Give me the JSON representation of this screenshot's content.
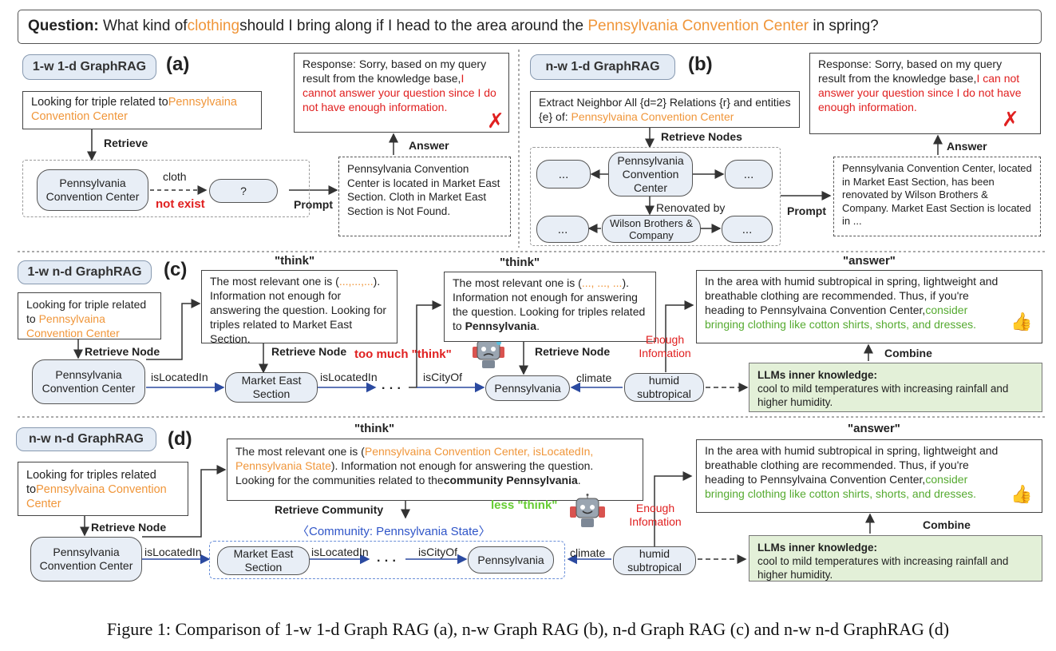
{
  "question": {
    "label": "Question:",
    "part1": "What kind of",
    "hl1": "clothing",
    "part2": "should I bring along if I head to the area around the ",
    "hl2": "Pennsylvania Convention Center",
    "part3": " in spring?"
  },
  "a": {
    "tag": "1-w 1-d GraphRAG",
    "letter": "(a)",
    "lookup_prefix": "Looking for triple related to",
    "lookup_entity": "Pennsylvaina Convention Center",
    "retrieve": "Retrieve",
    "node1": "Pennsylvania Convention Center",
    "edge": "cloth",
    "node2": "?",
    "not_exist": "not exist",
    "prompt": "Prompt",
    "context": "Pennsylvania Convention Center is located in Market East Section. Cloth in Market East Section is Not Found.",
    "answer": "Answer",
    "response_prefix": "Response: Sorry, based on my query result from the knowledge base,",
    "response_red": "I cannot answer your question since I do not have enough information.",
    "cross": "✗"
  },
  "b": {
    "tag": "n-w 1-d GraphRAG",
    "letter": "(b)",
    "extract_prefix": "Extract Neighbor All {d=2} Relations {r} and entities {e} of: ",
    "extract_entity": "Pennsylvaina Convention Center",
    "retrieve_nodes": "Retrieve Nodes",
    "center": "Pennsylvania Convention Center",
    "dots": "...",
    "renovated": "Renovated by",
    "wilson": "Wilson Brothers & Company",
    "prompt": "Prompt",
    "context": "Pennsylvania Convention Center, located in Market East Section, has been renovated by Wilson Brothers & Company. Market East Section is located in ...",
    "answer": "Answer",
    "response_prefix": "Response: Sorry, based on my query result from the knowledge base,",
    "response_red": "I can not answer your question since I do not have enough information.",
    "cross": "✗"
  },
  "c": {
    "tag": "1-w n-d GraphRAG",
    "letter": "(c)",
    "lookup_prefix": "Looking for triple related to",
    "lookup_entity": "Pennsylvaina Convention Center",
    "retrieve_node": "Retrieve Node",
    "node_pcc": "Pennsylvania Convention Center",
    "is_located_in": "isLocatedIn",
    "market": "Market East Section",
    "is_located_in2": "isLocatedIn",
    "ellipsis": "· · ·",
    "is_city_of": "isCityOf",
    "pennsylvania": "Pennsylvania",
    "climate": "climate",
    "humid": "humid subtropical",
    "think1_head": "\"think\"",
    "think1_a": "The most relevant one is (",
    "think1_hl": "...,...,...",
    "think1_b": "). Information not enough for answering the question. Looking for triples related to Market East Section.",
    "retrieve_node2": "Retrieve Node",
    "too_much": "too much \"think\"",
    "think2_head": "\"think\"",
    "think2_a": "The most relevant one is (",
    "think2_hl": "..., ..., ...",
    "think2_b": "). Information not enough for answering the question. Looking for triples related to ",
    "think2_bold": "Pennsylvania",
    "think2_end": ".",
    "retrieve_node3": "Retrieve Node",
    "enough": "Enough Infomation",
    "answer_head": "\"answer\"",
    "answer_text": "In the area with humid subtropical in spring, lightweight and breathable clothing are recommended. Thus, if you're heading to Pennsylvaina Convention Center,",
    "answer_green": "consider bringing clothing like cotton shirts, shorts, and dresses.",
    "thumb": "👍",
    "combine": "Combine",
    "llm_title": "LLMs inner knowledge:",
    "llm_text": "cool to mild temperatures with increasing rainfall and higher humidity."
  },
  "d": {
    "tag": "n-w n-d GraphRAG",
    "letter": "(d)",
    "lookup_prefix": "Looking for triples related to",
    "lookup_entity": "Pennsylvaina Convention Center",
    "retrieve_node": "Retrieve Node",
    "node_pcc": "Pennsylvania Convention Center",
    "is_located_in": "isLocatedIn",
    "market": "Market East Section",
    "is_located_in2": "isLocatedIn",
    "ellipsis": "· · ·",
    "is_city_of": "isCityOf",
    "pennsylvania": "Pennsylvania",
    "climate": "climate",
    "humid": "humid subtropical",
    "think_head": "\"think\"",
    "think_a": "The most relevant one is (",
    "think_hl": "Pennsylvaina Convention Center, isLocatedIn, Pennsylvania State",
    "think_b": "). Information not enough for answering the question. Looking for the communities related to the",
    "think_bold": "community Pennsylvania",
    "think_end": ".",
    "retrieve_community": "Retrieve Community",
    "community": "〈Community:  Pennsylvania State〉",
    "less_think": "less \"think\"",
    "enough": "Enough Infomation",
    "answer_head": "\"answer\"",
    "answer_text": "In the area with humid subtropical in spring, lightweight and breathable clothing are recommended. Thus, if you're heading to Pennsylvaina Convention Center,",
    "answer_green": "consider bringing clothing like cotton shirts, shorts, and dresses.",
    "thumb": "👍",
    "combine": "Combine",
    "llm_title": "LLMs inner knowledge:",
    "llm_text": "cool to mild temperatures with increasing rainfall and higher humidity."
  },
  "caption": "Figure 1: Comparison of 1-w 1-d Graph RAG (a), n-w Graph RAG (b), n-d Graph RAG (c) and n-w n-d GraphRAG (d)",
  "colors": {
    "orange": "#f0963a",
    "red": "#e02020",
    "green": "#55aa30",
    "blue_arrow": "#2b4aa0",
    "node_fill": "#e8eef6",
    "knowledge_fill": "#e3f0d8"
  }
}
